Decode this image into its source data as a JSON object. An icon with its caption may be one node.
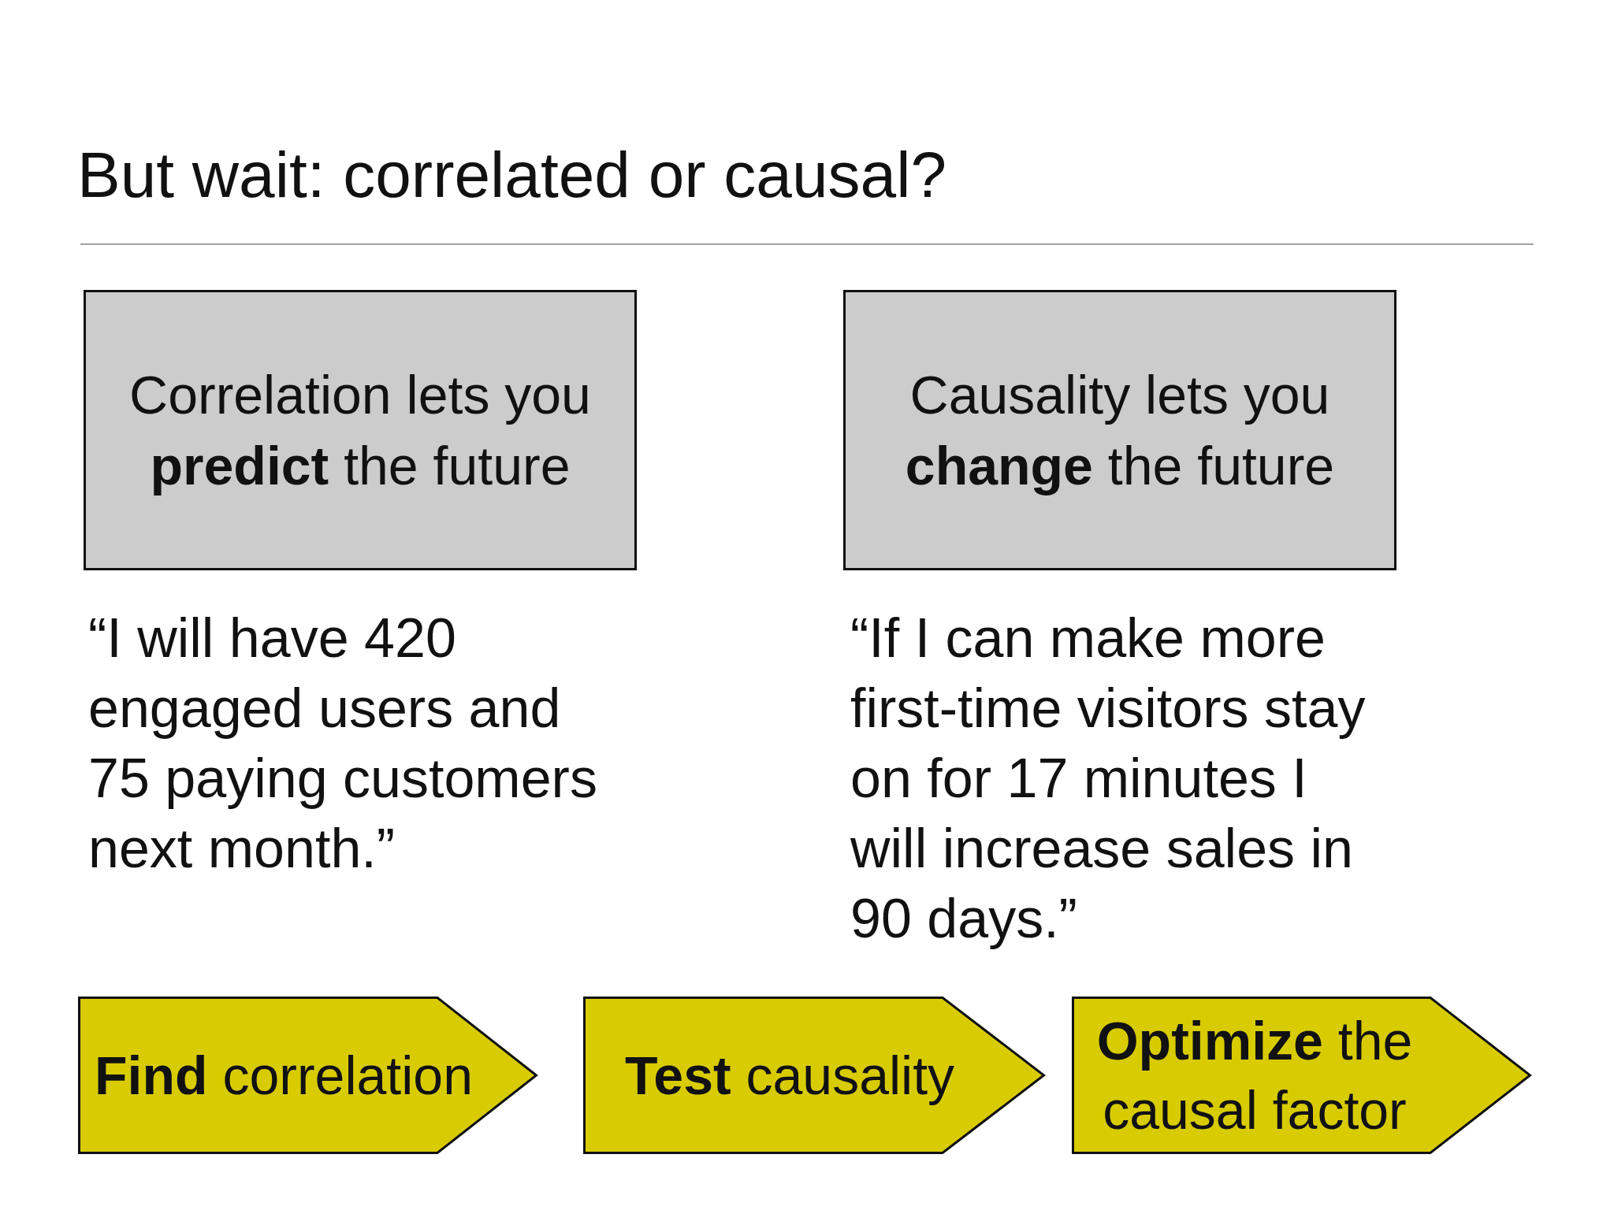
{
  "diagram": {
    "title": "But wait: correlated or causal?",
    "nodes": [
      {
        "text": [
          "Correlation lets you **predict** the future"
        ],
        "beside": [
          "“I will have 420 engaged users and 75 paying customers next month.”"
        ]
      },
      {
        "text": [
          "Causality lets you **change** the future"
        ],
        "beside": [
          "“If I can make more first-time visitors stay on for 17 minutes I will increase sales in 90 days.”"
        ]
      },
      {
        "text": [
          "**Find** correlation"
        ]
      },
      {
        "text": [
          "**Test** causality"
        ]
      },
      {
        "text": [
          "**Optimize** the causal factor"
        ]
      }
    ]
  }
}
